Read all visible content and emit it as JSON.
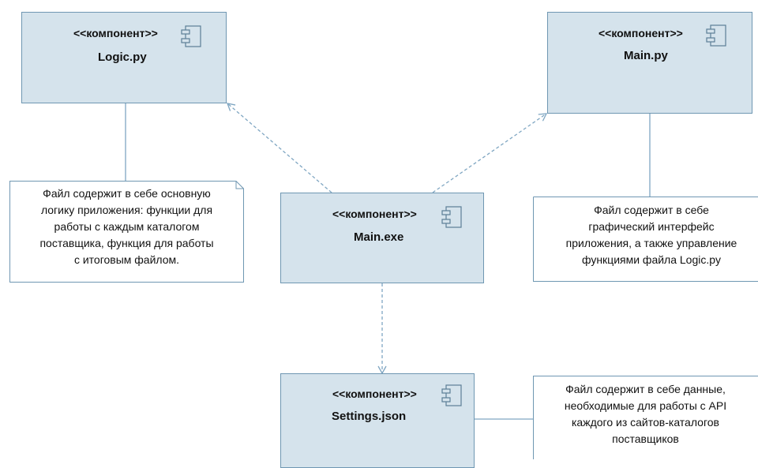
{
  "diagram": {
    "components": [
      {
        "id": "logic",
        "stereotype": "<<компонент>>",
        "name": "Logic.py"
      },
      {
        "id": "main",
        "stereotype": "<<компонент>>",
        "name": "Main.py"
      },
      {
        "id": "exe",
        "stereotype": "<<компонент>>",
        "name": "Main.exe"
      },
      {
        "id": "settings",
        "stereotype": "<<компонент>>",
        "name": "Settings.json"
      }
    ],
    "notes": [
      {
        "id": "logic-note",
        "lines": [
          "Файл содержит в себе основную",
          "логику приложения: функции для",
          "работы с каждым каталогом",
          "поставщика, функция для работы",
          "с итоговым файлом."
        ]
      },
      {
        "id": "main-note",
        "lines": [
          "Файл содержит в себе",
          "графический интерфейс",
          "приложения, а также управление",
          "функциями файла Logic.py"
        ]
      },
      {
        "id": "settings-note",
        "lines": [
          "Файл содержит в себе данные,",
          "необходимые для работы с API",
          "каждого из сайтов-каталогов",
          "поставщиков"
        ]
      }
    ],
    "colors": {
      "component_fill": "#d5e3ec",
      "component_border": "#6f97b2",
      "connector": "#7fa6c2",
      "note_border": "#6f97b2"
    }
  }
}
